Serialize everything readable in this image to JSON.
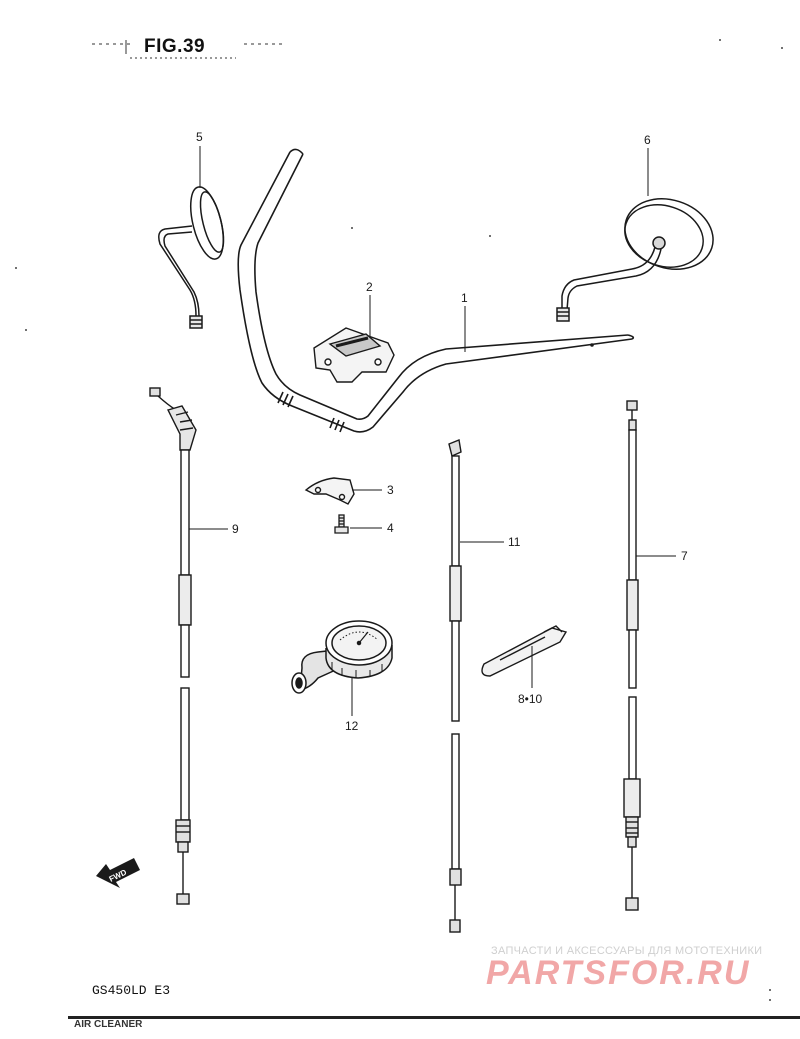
{
  "figure": {
    "title": "FIG.39",
    "model": "GS450LD E3"
  },
  "callouts": [
    {
      "id": "1",
      "text": "1"
    },
    {
      "id": "2",
      "text": "2"
    },
    {
      "id": "3",
      "text": "3"
    },
    {
      "id": "4",
      "text": "4"
    },
    {
      "id": "5",
      "text": "5"
    },
    {
      "id": "6",
      "text": "6"
    },
    {
      "id": "7",
      "text": "7"
    },
    {
      "id": "8-10",
      "text": "8•10"
    },
    {
      "id": "9",
      "text": "9"
    },
    {
      "id": "11",
      "text": "11"
    },
    {
      "id": "12",
      "text": "12"
    }
  ],
  "fwd_label": "FWD",
  "watermark": {
    "tagline": "ЗАПЧАСТИ И АКСЕССУАРЫ ДЛЯ МОТОТЕХНИКИ",
    "logo": "PARTSFOR.RU"
  },
  "footer": {
    "left_text": "AIR CLEANER"
  }
}
